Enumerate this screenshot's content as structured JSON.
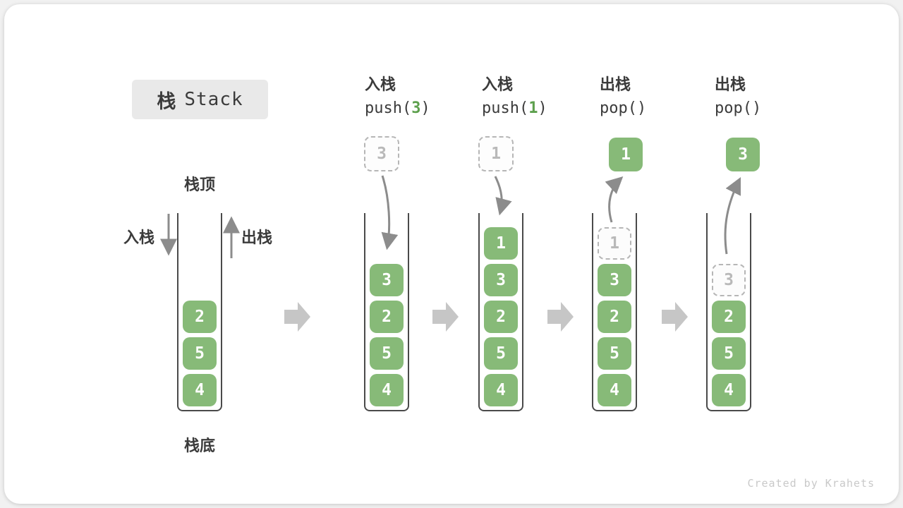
{
  "title": {
    "zh": "栈",
    "en": "Stack"
  },
  "watermark": "Created by Krahets",
  "colors": {
    "box-green": "#87ba78",
    "code-green": "#5da04d",
    "ink": "#3b3b3b",
    "wall": "#4a4a4a",
    "ghost-border": "#b6b6b6",
    "ghost-text": "#b9b9b9",
    "arrow": "#8c8c8c",
    "block-arrow": "#c6c6c6",
    "title-bg": "#e9e9e9",
    "card-bg": "#ffffff"
  },
  "first_stack": {
    "top_label": "栈顶",
    "bottom_label": "栈底",
    "push_label": "入栈",
    "pop_label": "出栈"
  },
  "columns": [
    {
      "cells": [
        {
          "value": "2",
          "variant": "solid"
        },
        {
          "value": "5",
          "variant": "solid"
        },
        {
          "value": "4",
          "variant": "solid"
        }
      ]
    },
    {
      "header": {
        "label": "入栈",
        "code_pre": "push(",
        "code_arg": "3",
        "code_post": ")"
      },
      "floating": {
        "value": "3",
        "variant": "ghost"
      },
      "cells": [
        {
          "value": "3",
          "variant": "solid"
        },
        {
          "value": "2",
          "variant": "solid"
        },
        {
          "value": "5",
          "variant": "solid"
        },
        {
          "value": "4",
          "variant": "solid"
        }
      ]
    },
    {
      "header": {
        "label": "入栈",
        "code_pre": "push(",
        "code_arg": "1",
        "code_post": ")"
      },
      "floating": {
        "value": "1",
        "variant": "ghost"
      },
      "cells": [
        {
          "value": "1",
          "variant": "solid"
        },
        {
          "value": "3",
          "variant": "solid"
        },
        {
          "value": "2",
          "variant": "solid"
        },
        {
          "value": "5",
          "variant": "solid"
        },
        {
          "value": "4",
          "variant": "solid"
        }
      ]
    },
    {
      "header": {
        "label": "出栈",
        "code_pre": "pop()",
        "code_arg": "",
        "code_post": ""
      },
      "floating": {
        "value": "1",
        "variant": "solid"
      },
      "cells": [
        {
          "value": "1",
          "variant": "ghost"
        },
        {
          "value": "3",
          "variant": "solid"
        },
        {
          "value": "2",
          "variant": "solid"
        },
        {
          "value": "5",
          "variant": "solid"
        },
        {
          "value": "4",
          "variant": "solid"
        }
      ]
    },
    {
      "header": {
        "label": "出栈",
        "code_pre": "pop()",
        "code_arg": "",
        "code_post": ""
      },
      "floating": {
        "value": "3",
        "variant": "solid"
      },
      "cells": [
        {
          "value": "3",
          "variant": "ghost"
        },
        {
          "value": "2",
          "variant": "solid"
        },
        {
          "value": "5",
          "variant": "solid"
        },
        {
          "value": "4",
          "variant": "solid"
        }
      ]
    }
  ]
}
